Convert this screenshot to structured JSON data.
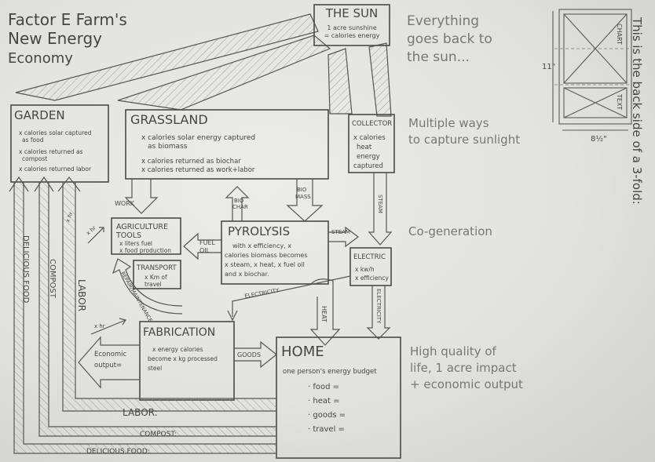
{
  "title": {
    "line1": "Factor E Farm's",
    "line2": "New Energy",
    "line3": "Economy"
  },
  "sun": {
    "title": "THE SUN",
    "sub1": "1 acre sunshine",
    "sub2": "= calories energy"
  },
  "notes": {
    "sun": [
      "Everything",
      "goes back to",
      "the sun..."
    ],
    "capture": [
      "Multiple ways",
      "to capture sunlight"
    ],
    "cogeneration": "Co-generation",
    "quality": [
      "High quality of",
      "life, 1 acre impact",
      "+ economic output"
    ],
    "backside": "This is the back side of a 3-fold:"
  },
  "garden": {
    "title": "GARDEN",
    "lines": [
      "x calories solar captured",
      "as food",
      "x calories returned as",
      "compost",
      "x calories returned labor"
    ]
  },
  "grassland": {
    "title": "GRASSLAND",
    "lines": [
      "x calories solar energy captured",
      "as biomass",
      "x calories returned as biochar",
      "x calories returned as work+labor"
    ]
  },
  "collector": {
    "title": "COLLECTOR",
    "lines": [
      "x calories",
      "heat",
      "energy",
      "captured"
    ]
  },
  "pyrolysis": {
    "title": "PYROLYSIS",
    "lines": [
      "with x efficiency, x",
      "calories biomass becomes",
      "x steam, x heat, x fuel oil",
      "and x biochar."
    ]
  },
  "agriculture": {
    "title1": "AGRICULTURE",
    "title2": "TOOLS",
    "lines": [
      "x liters fuel",
      "x food production"
    ]
  },
  "transport": {
    "title": "TRANSPORT",
    "lines": [
      "x Km of",
      "travel"
    ]
  },
  "electric": {
    "title": "ELECTRIC",
    "lines": [
      "x kw/h",
      "x efficiency"
    ]
  },
  "fabrication": {
    "title": "FABRICATION",
    "lines": [
      "x energy calories",
      "become x kg processed",
      "steel"
    ]
  },
  "home": {
    "title": "HOME",
    "subtitle": "one person's energy budget",
    "items": [
      "· food =",
      "· heat =",
      "· goods =",
      "· travel ="
    ]
  },
  "economic": {
    "line1": "Economic",
    "line2": "output="
  },
  "labels": {
    "work": "WORK",
    "biochar1": "BIO",
    "biochar2": "CHAR",
    "biomass1": "BIO",
    "biomass2": "MASS",
    "steam1": "STEAM",
    "steam2": "STEAM",
    "fuel1": "FUEL",
    "fuel2": "OIL",
    "electricity1": "ELECTRICITY",
    "electricity2": "ELECTRICITY",
    "heat": "HEAT",
    "goods": "GOODS",
    "repair": "REPAIR/MAINTENANCE",
    "xhr1": "x hr",
    "xhr2": "x hr",
    "xhr3": "x hr",
    "labor_side": "LABOR",
    "compost_side": "COMPOST",
    "food_side": "DELICIOUS FOOD",
    "labor_bottom": "LABOR:",
    "compost_bottom": "COMPOST:",
    "food_bottom": "DELICIOUS FOOD:"
  },
  "fold": {
    "chart": "CHART",
    "text": "TEXT",
    "dim_h": "11\"",
    "dim_w": "8½\""
  }
}
